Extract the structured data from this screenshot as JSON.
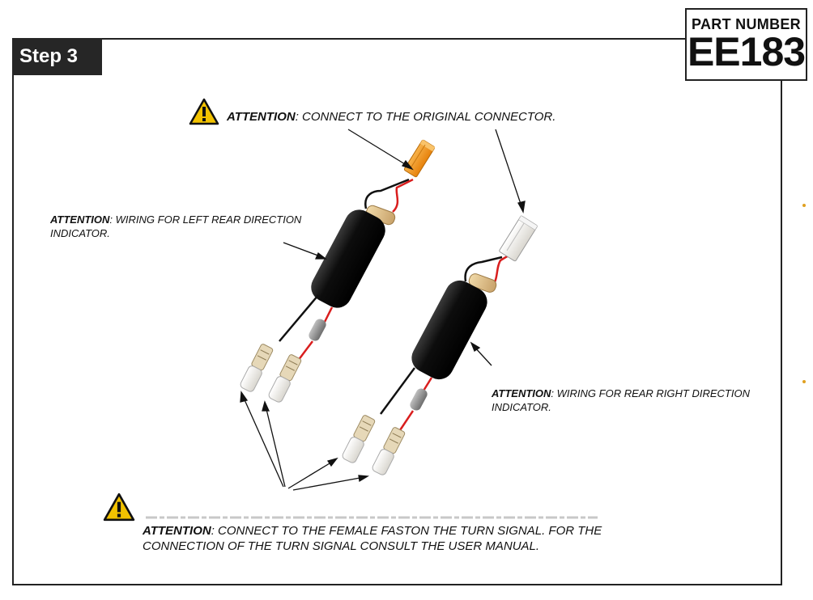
{
  "header": {
    "step_label": "Step 3",
    "part_number_title": "PART NUMBER",
    "part_number_value": "EE183"
  },
  "notes": {
    "connector_label": "ATTENTION",
    "connector_text": ": CONNECT TO THE ORIGINAL CONNECTOR.",
    "left_label": "ATTENTION",
    "left_text": ": WIRING FOR LEFT REAR DIRECTION INDICATOR.",
    "right_label": "ATTENTION",
    "right_text": ": WIRING FOR REAR RIGHT DIRECTION INDICATOR.",
    "faston_label": "ATTENTION",
    "faston_text": ": CONNECT TO THE FEMALE FASTON THE TURN SIGNAL. FOR THE CONNECTION OF THE TURN SIGNAL CONSULT THE USER MANUAL."
  },
  "icons": {
    "warning": "warning-triangle-icon"
  },
  "colors": {
    "warning_yellow": "#f2c200",
    "left_connector_orange": "#f39a1a",
    "right_connector_white": "#e6e6e6",
    "wire_red": "#d91e1e",
    "wire_black": "#111111",
    "cylinder_black": "#151515",
    "label_bg": "#262626"
  }
}
